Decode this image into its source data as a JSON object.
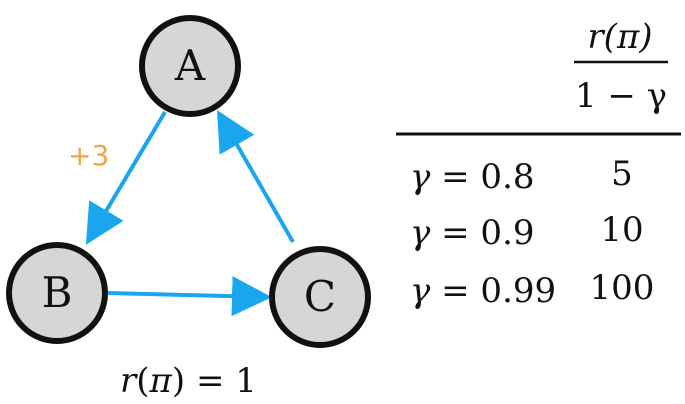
{
  "graph": {
    "nodes": [
      {
        "id": "A",
        "label": "A"
      },
      {
        "id": "B",
        "label": "B"
      },
      {
        "id": "C",
        "label": "C"
      }
    ],
    "edges": [
      {
        "from": "A",
        "to": "B",
        "label": "+3"
      },
      {
        "from": "B",
        "to": "C",
        "label": ""
      },
      {
        "from": "C",
        "to": "A",
        "label": ""
      }
    ],
    "caption": {
      "r": "r",
      "open": "(",
      "pi": "π",
      "close": ")",
      "eq": " = 1"
    }
  },
  "table": {
    "header": {
      "numerator": "r(π)",
      "denominator": "1 − γ"
    },
    "rows": [
      {
        "gamma": "γ",
        "eq": " = 0.8",
        "value": "5"
      },
      {
        "gamma": "γ",
        "eq": " = 0.9",
        "value": "10"
      },
      {
        "gamma": "γ",
        "eq": " = 0.99",
        "value": "100"
      }
    ]
  },
  "colors": {
    "node_fill": "#d6d6d6",
    "node_stroke": "#111111",
    "edge": "#1aa6ee",
    "reward": "#f4a340",
    "text": "#111111"
  }
}
